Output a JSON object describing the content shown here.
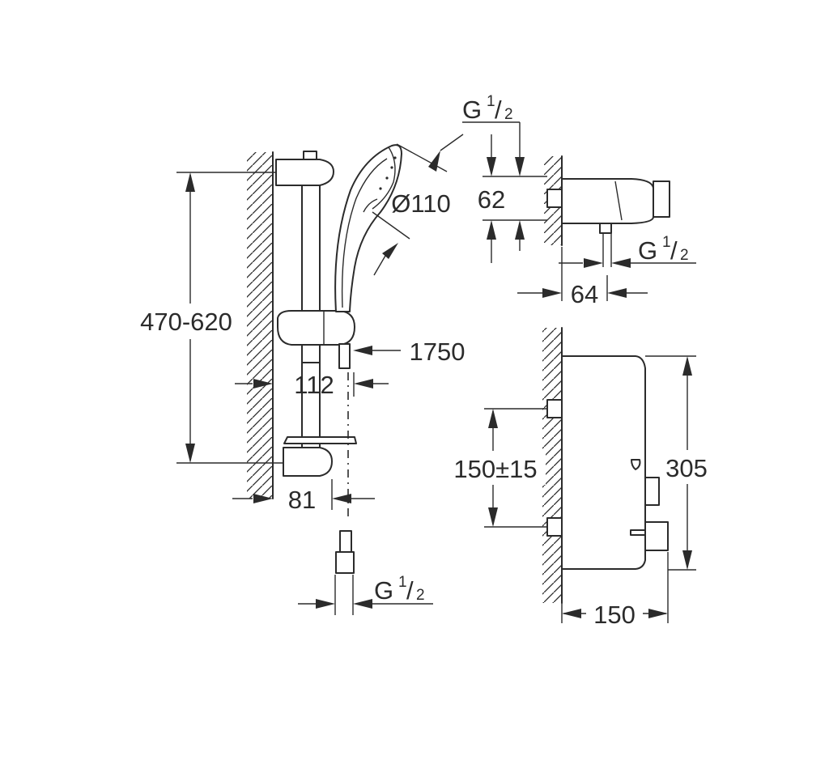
{
  "dimensions": {
    "rail_range": "470-620",
    "hand_shower_diameter": "Ø110",
    "hose_length": "1750",
    "slider_offset": "112",
    "rail_wall_offset": "81",
    "hose_connection": {
      "base": "G",
      "fraction_num": "1",
      "fraction_den": "2"
    },
    "top_connection": {
      "base": "G",
      "fraction_num": "1",
      "fraction_den": "2"
    },
    "outlet_connection": {
      "base": "G",
      "fraction_num": "1",
      "fraction_den": "2"
    },
    "inlet_height": "62",
    "outlet_offset": "64",
    "inlet_spacing": "150±15",
    "body_height": "305",
    "body_depth": "150"
  }
}
